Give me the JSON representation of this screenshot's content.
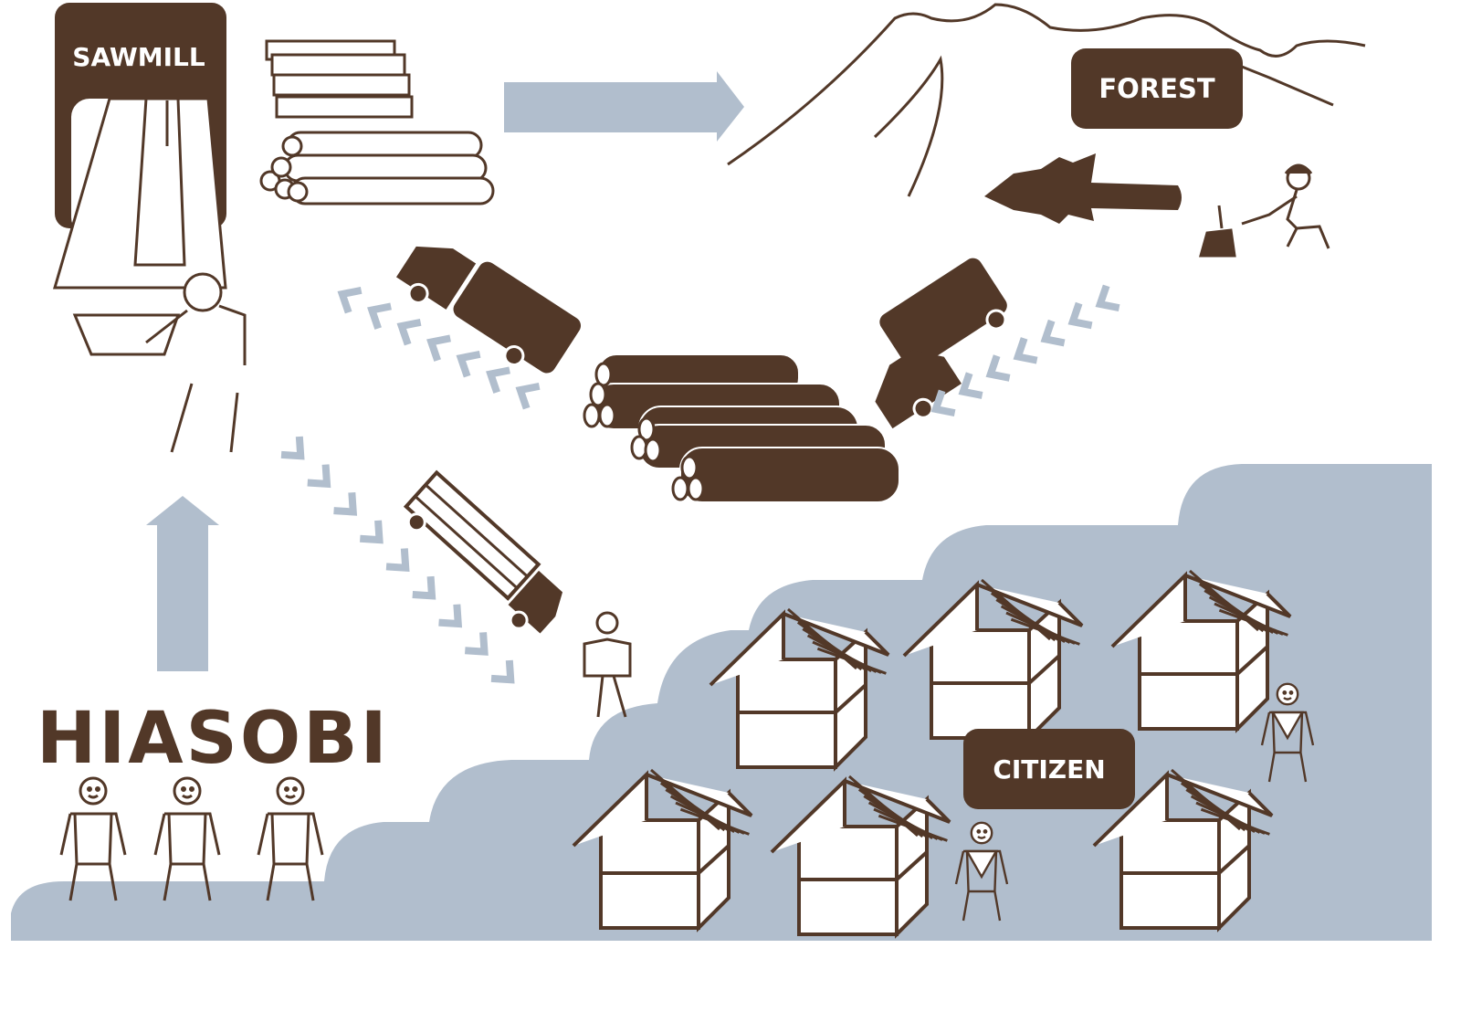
{
  "labels": {
    "sawmill": "SAWMILL",
    "forest": "FOREST",
    "citizen": "CITIZEN",
    "hiasobi": "HIASOBI"
  },
  "colors": {
    "brown": "#523828",
    "blue": "#b1becd",
    "white": "#ffffff"
  }
}
